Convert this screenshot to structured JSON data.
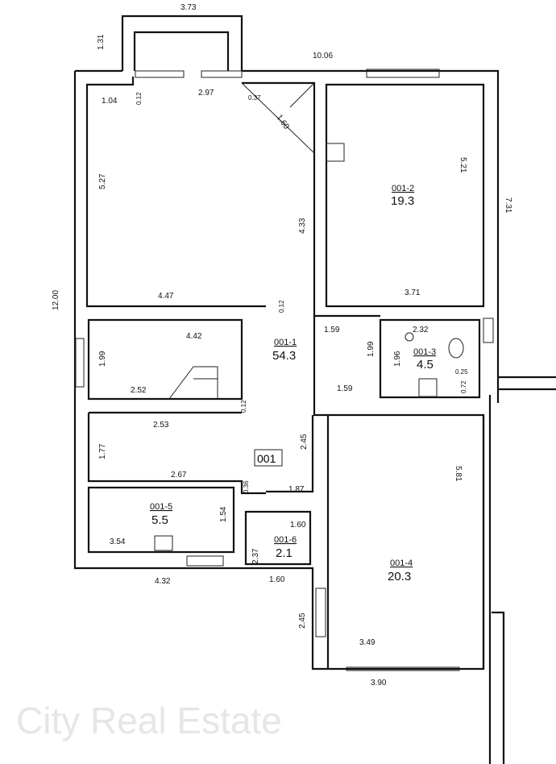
{
  "plan": {
    "unit_label": "001",
    "watermark": "City Real Estate",
    "rooms": [
      {
        "id": "001-1",
        "area": "54.3"
      },
      {
        "id": "001-2",
        "area": "19.3"
      },
      {
        "id": "001-3",
        "area": "4.5"
      },
      {
        "id": "001-4",
        "area": "20.3"
      },
      {
        "id": "001-5",
        "area": "5.5"
      },
      {
        "id": "001-6",
        "area": "2.1"
      }
    ],
    "dimensions": {
      "balcony_width": "3.73",
      "balcony_depth": "1.31",
      "top_total": "10.06",
      "d104": "1.04",
      "d012a": "0.12",
      "d297": "2.97",
      "d037": "0.37",
      "d160diag": "1.60",
      "d527": "5.27",
      "d433": "4.33",
      "d447": "4.47",
      "d012b": "0.12",
      "d521": "5.21",
      "d371": "3.71",
      "d731": "7.31",
      "d1200": "12.00",
      "d442": "4.42",
      "d199a": "1.99",
      "d252": "2.52",
      "d012c": "0.12",
      "d159a": "1.59",
      "d199b": "1.99",
      "d159b": "1.59",
      "d232": "2.32",
      "d196": "1.96",
      "d025": "0.25",
      "d072": "0.72",
      "d253": "2.53",
      "d177": "1.77",
      "d245a": "2.45",
      "d581": "5.81",
      "d267": "2.67",
      "d036": "0.36",
      "d187": "1.87",
      "d154": "1.54",
      "d354": "3.54",
      "d160b": "1.60",
      "d237": "2.37",
      "d432": "4.32",
      "d160c": "1.60",
      "d245b": "2.45",
      "d349": "3.49",
      "d390": "3.90"
    }
  }
}
